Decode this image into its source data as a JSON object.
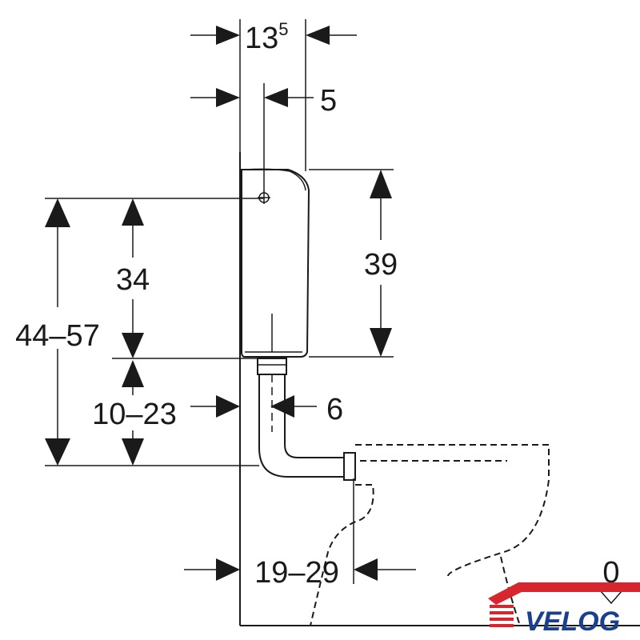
{
  "dimensions": {
    "top_width": {
      "value": "13",
      "exponent": "5"
    },
    "pipe_offset": "5",
    "cistern_height": "39",
    "inlet_height": "34",
    "total_height_range": "44–57",
    "bottom_clearance_range": "10–23",
    "pipe_diameter": "6",
    "wall_distance_range": "19–29",
    "floor_level": "0"
  },
  "logo": {
    "text": "VELOG",
    "colors": {
      "red": "#d7262e",
      "blue": "#1b3f8f"
    }
  }
}
